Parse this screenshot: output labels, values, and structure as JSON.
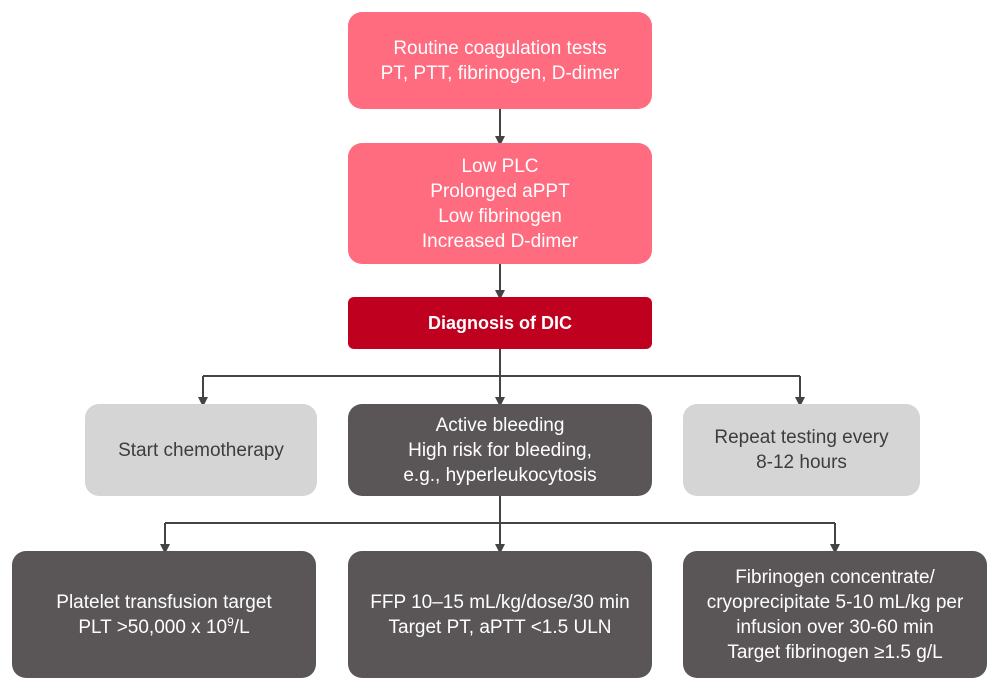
{
  "colors": {
    "pink": "#ff6b7f",
    "dark_red": "#c0001f",
    "light_gray": "#d6d5d5",
    "dark_gray": "#5a5657",
    "connector": "#444444"
  },
  "nodes": {
    "tests": [
      "Routine coagulation tests",
      "PT, PTT, fibrinogen, D-dimer"
    ],
    "labs": [
      "Low PLC",
      "Prolonged aPPT",
      "Low fibrinogen",
      "Increased D-dimer"
    ],
    "diagnosis": "Diagnosis of DIC",
    "chemo": "Start chemotherapy",
    "bleeding": [
      "Active bleeding",
      "High risk for bleeding,",
      "e.g., hyperleukocytosis"
    ],
    "repeat": [
      "Repeat testing every",
      "8-12 hours"
    ],
    "platelet": {
      "line1": "Platelet transfusion target",
      "line2_prefix": "PLT >50,000 x 10",
      "line2_sup": "9",
      "line2_suffix": "/L"
    },
    "ffp": [
      "FFP 10–15 mL/kg/dose/30 min",
      "Target PT, aPTT <1.5 ULN"
    ],
    "fibrinogen": [
      "Fibrinogen concentrate/",
      "cryoprecipitate 5-10 mL/kg per",
      "infusion over 30-60 min",
      "Target fibrinogen ≥1.5 g/L"
    ]
  }
}
